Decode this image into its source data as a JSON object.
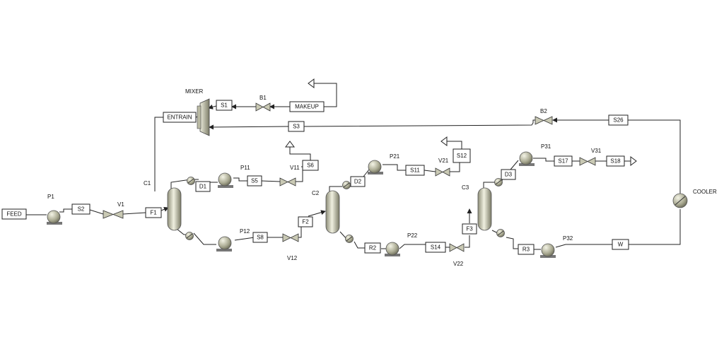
{
  "streams": {
    "feed": "FEED",
    "s2": "S2",
    "f1": "F1",
    "entrain": "ENTRAIN",
    "s1": "S1",
    "makeup": "MAKEUP",
    "s3": "S3",
    "s26": "S26",
    "d1": "D1",
    "s5": "S5",
    "s6": "S6",
    "s8": "S8",
    "f2": "F2",
    "d2": "D2",
    "s11": "S11",
    "s12": "S12",
    "r2": "R2",
    "s14": "S14",
    "f3": "F3",
    "d3": "D3",
    "s17": "S17",
    "s18": "S18",
    "r3": "R3",
    "w": "W"
  },
  "equipment": {
    "p1": "P1",
    "v1": "V1",
    "mixer": "MIXER",
    "b1": "B1",
    "b2": "B2",
    "c1": "C1",
    "p11": "P11",
    "v11": "V11",
    "p12": "P12",
    "v12": "V12",
    "c2": "C2",
    "p21": "P21",
    "v21": "V21",
    "p22": "P22",
    "v22": "V22",
    "c3": "C3",
    "p31": "P31",
    "v31": "V31",
    "p32": "P32",
    "cooler": "COOLER"
  }
}
